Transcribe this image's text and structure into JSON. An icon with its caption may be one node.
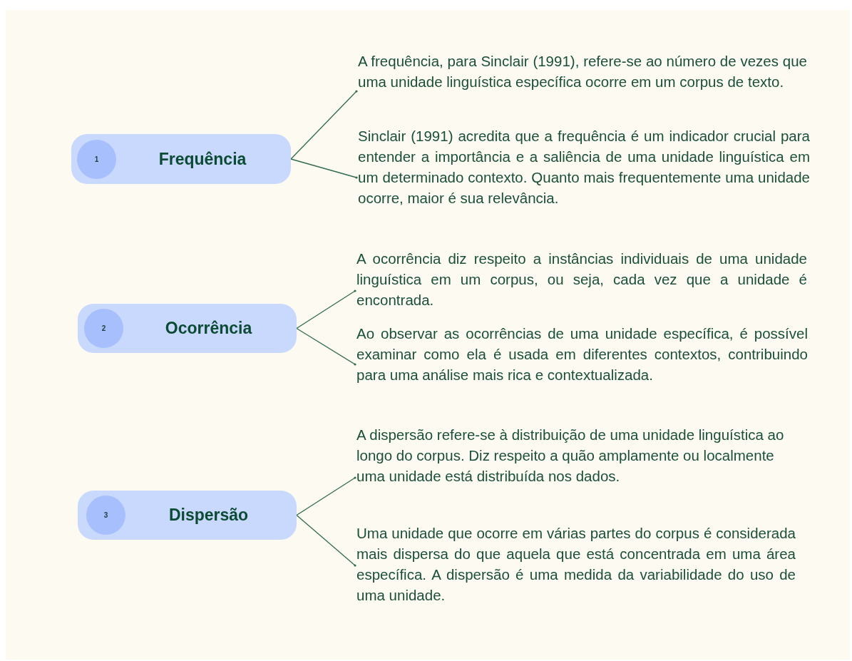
{
  "diagram": {
    "nodes": [
      {
        "text": [
          "Frequência"
        ]
      },
      {
        "text": [
          "1"
        ],
        "in": 0
      },
      {
        "text": [
          "A frequência, para Sinclair (1991), refere-se ao número de vezes que uma unidade linguística específica ocorre em um corpus de texto."
        ]
      },
      {
        "text": [
          "Sinclair (1991) acredita que a frequência é um indicador crucial para entender a importância e a saliência de uma unidade linguística em um determinado contexto. Quanto mais frequentemente uma unidade ocorre, maior é sua relevância."
        ]
      },
      {
        "text": [
          "Ocorrência"
        ]
      },
      {
        "text": [
          "2"
        ],
        "in": 4
      },
      {
        "text": [
          "A ocorrência diz respeito a instâncias individuais de uma unidade linguística em um corpus, ou seja, cada vez que a unidade é encontrada."
        ]
      },
      {
        "text": [
          "Ao observar as ocorrências de uma unidade específica, é possível examinar como ela é usada em diferentes contextos, contribuindo para uma análise mais rica e contextualizada."
        ]
      },
      {
        "text": [
          "Dispersão"
        ]
      },
      {
        "text": [
          "3"
        ],
        "in": 8
      },
      {
        "text": [
          "A dispersão refere-se à distribuição de uma unidade linguística ao longo do corpus. Diz respeito a quão amplamente ou localmente uma unidade está distribuída nos dados."
        ]
      },
      {
        "text": [
          "Uma unidade que ocorre em várias partes do corpus é considerada mais dispersa do que aquela que está concentrada em uma área específica. A dispersão é uma medida da variabilidade do uso de uma unidade."
        ]
      }
    ],
    "edges": [
      {
        "from": 0,
        "to": 2,
        "arrow": "other"
      },
      {
        "from": 0,
        "to": 3,
        "arrow": "other"
      },
      {
        "from": 4,
        "to": 6,
        "arrow": "other"
      },
      {
        "from": 4,
        "to": 7,
        "arrow": "other"
      },
      {
        "from": 8,
        "to": 10,
        "arrow": "other"
      },
      {
        "from": 8,
        "to": 11,
        "arrow": "other"
      }
    ]
  }
}
